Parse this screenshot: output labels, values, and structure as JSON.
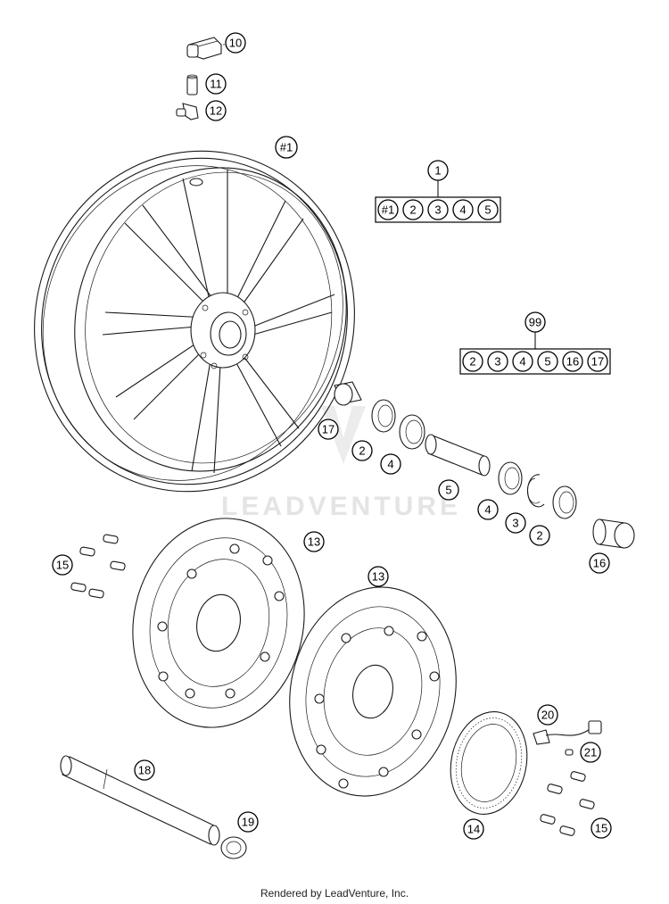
{
  "watermark": {
    "text": "LEADVENTURE"
  },
  "footer": {
    "text": "Rendered by LeadVenture, Inc."
  },
  "callouts": {
    "c10": "10",
    "c11": "11",
    "c12": "12",
    "wheel": "#1",
    "c17": "17",
    "c2a": "2",
    "c4a": "4",
    "c5": "5",
    "c4b": "4",
    "c3": "3",
    "c2b": "2",
    "c16": "16",
    "c15a": "15",
    "c13a": "13",
    "c13b": "13",
    "c20": "20",
    "c21": "21",
    "c18": "18",
    "c19": "19",
    "c14": "14",
    "c15b": "15"
  },
  "kits": [
    {
      "header": "1",
      "items": [
        "#1",
        "2",
        "3",
        "4",
        "5"
      ]
    },
    {
      "header": "99",
      "items": [
        "2",
        "3",
        "4",
        "5",
        "16",
        "17"
      ]
    }
  ]
}
